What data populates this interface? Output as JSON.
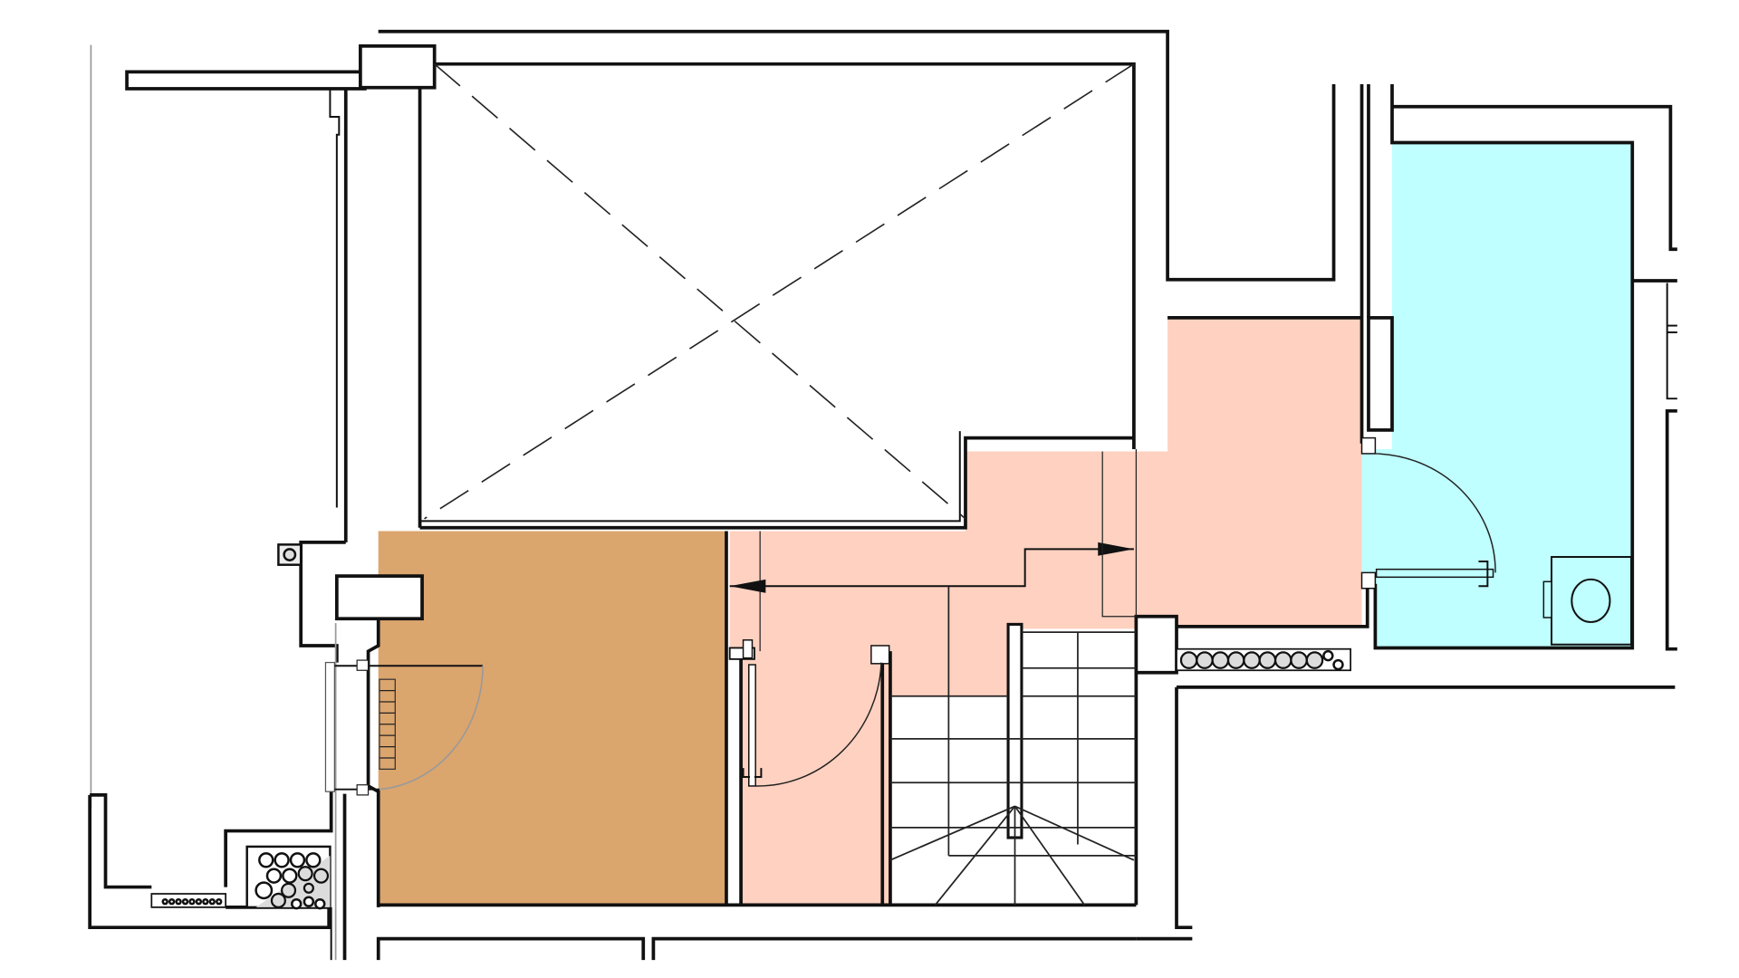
{
  "diagram": {
    "type": "architectural-floor-plan",
    "view": "plan",
    "labels_visible": false
  },
  "colors": {
    "background": "#ffffff",
    "wall_line": "#111111",
    "room_storage_orange": "#dba56e",
    "circulation_salmon": "#ffd1c0",
    "bathroom_cyan": "#bfffff",
    "void_white": "#ffffff",
    "door_swing_grey": "#9a9a9a"
  },
  "zones": [
    {
      "id": "void",
      "name": "Open void / double-height space",
      "fill": "#ffffff",
      "marker": "dashed-cross"
    },
    {
      "id": "orange-room",
      "name": "Room (orange)",
      "fill": "#dba56e"
    },
    {
      "id": "circulation",
      "name": "Circulation / hallway (salmon)",
      "fill": "#ffd1c0"
    },
    {
      "id": "bathroom",
      "name": "Bathroom (cyan)",
      "fill": "#bfffff"
    },
    {
      "id": "stair",
      "name": "Staircase with winders",
      "fill": "#ffffff"
    }
  ],
  "fixtures": [
    {
      "id": "wc",
      "name": "Toilet",
      "zone": "bathroom"
    },
    {
      "id": "radiator-left",
      "name": "Radiator in orange room"
    },
    {
      "id": "radiator-right",
      "name": "Radiator strip near bathroom"
    },
    {
      "id": "radiator-bottom-left",
      "name": "Radiator strip bottom-left"
    },
    {
      "id": "logs",
      "name": "Log storage / circles cluster"
    },
    {
      "id": "small-socket",
      "name": "Small circular fixture at left wall"
    }
  ],
  "doors": [
    {
      "id": "door-orange-room",
      "swing": "quarter-arc",
      "style": "grey"
    },
    {
      "id": "door-hallway",
      "swing": "quarter-arc",
      "style": "black"
    },
    {
      "id": "door-bathroom",
      "swing": "quarter-arc",
      "style": "black"
    }
  ],
  "annotations": [
    {
      "id": "arrow-left",
      "type": "dimension-arrow",
      "direction": "left"
    },
    {
      "id": "arrow-right",
      "type": "dimension-arrow",
      "direction": "right"
    }
  ]
}
